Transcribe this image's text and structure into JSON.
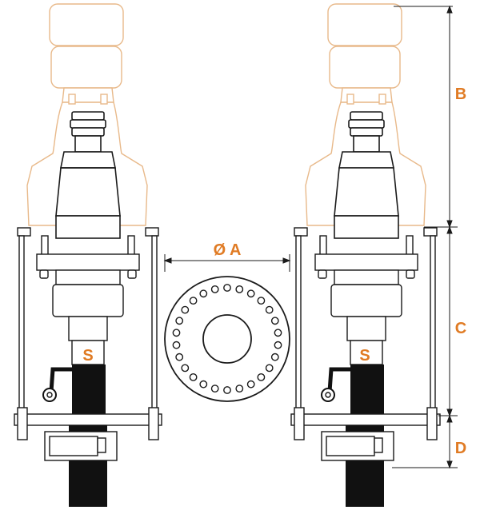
{
  "labels": {
    "diameter": "Ø A",
    "dim_b": "B",
    "dim_c": "C",
    "dim_d": "D",
    "sensor_left": "S",
    "sensor_right": "S"
  },
  "colors": {
    "accent": "#e07b24",
    "outline_light": "#e8b98a",
    "line": "#1a1a1a",
    "fill_dark": "#111111"
  },
  "flange": {
    "bolt_holes": 26
  }
}
